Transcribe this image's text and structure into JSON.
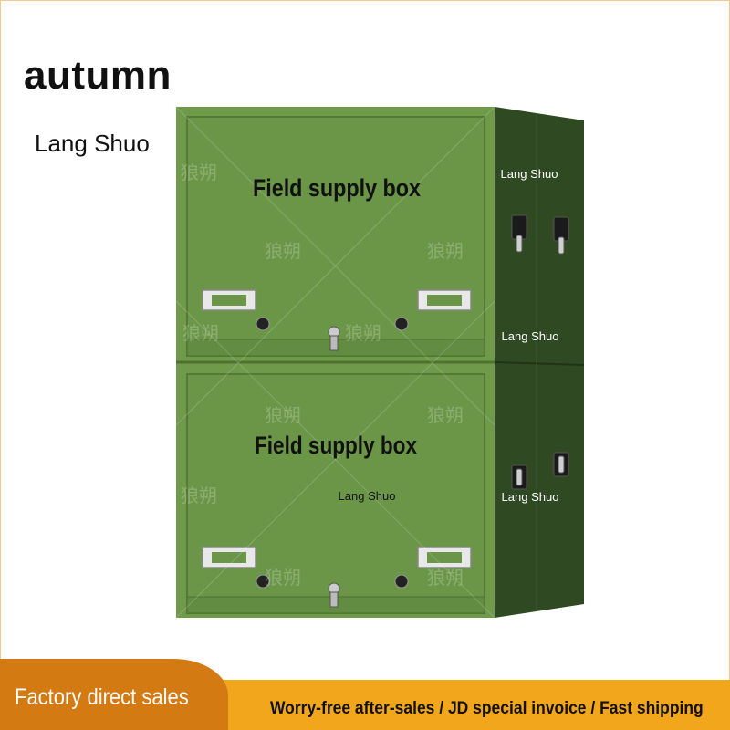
{
  "header": {
    "title": "autumn",
    "brand": "Lang Shuo"
  },
  "product": {
    "upper_label": "Field supply box",
    "lower_label": "Field supply box",
    "front_brand": "Lang Shuo",
    "side_brand_1": "Lang Shuo",
    "side_brand_2": "Lang Shuo",
    "side_brand_3": "Lang Shuo",
    "watermark": "狼朔",
    "colors": {
      "body": "#6e9a4a",
      "side": "#2f4a22",
      "accent_footer": "#f2a61c",
      "accent_tab": "#d47a12"
    }
  },
  "footer": {
    "left_text": "Factory direct sales",
    "right_text": "Worry-free after-sales / JD special invoice / Fast shipping"
  }
}
